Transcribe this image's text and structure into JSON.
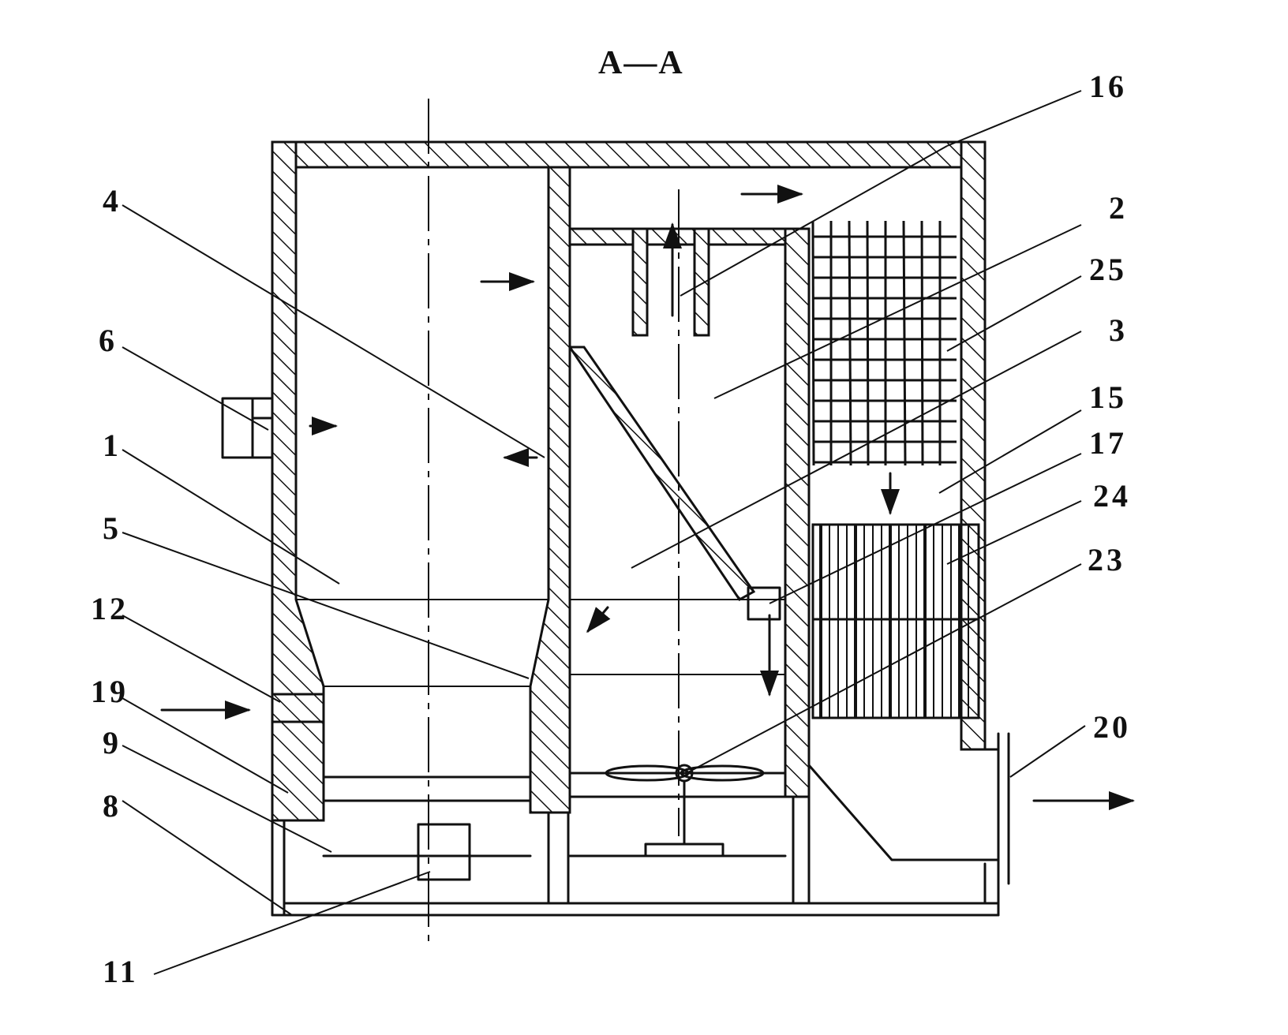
{
  "title": "A—A",
  "labels": {
    "l1": "1",
    "l2": "2",
    "l3": "3",
    "l4": "4",
    "l5": "5",
    "l6": "6",
    "l8": "8",
    "l9": "9",
    "l11": "11",
    "l12": "12",
    "l15": "15",
    "l16": "16",
    "l17": "17",
    "l19": "19",
    "l20": "20",
    "l23": "23",
    "l24": "24",
    "l25": "25"
  }
}
